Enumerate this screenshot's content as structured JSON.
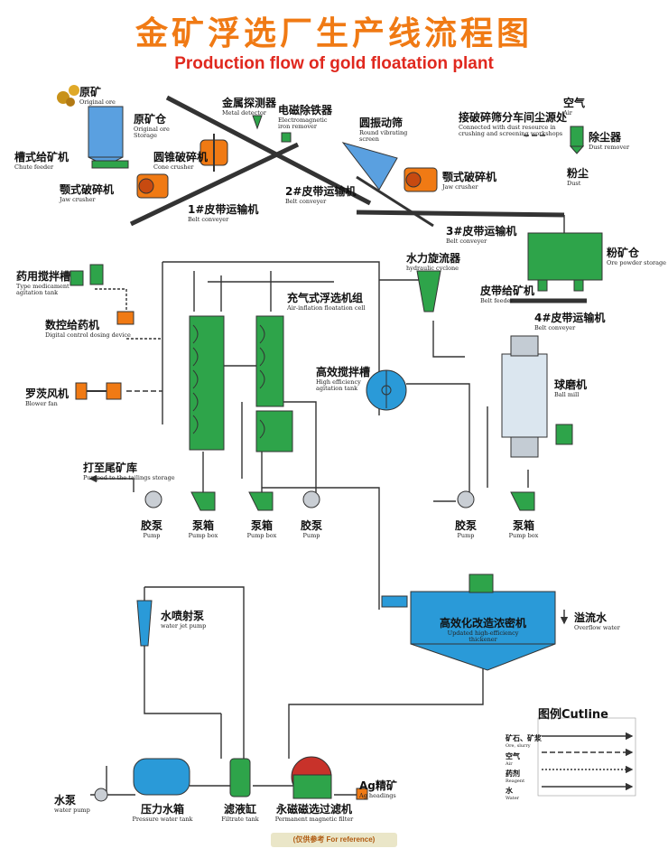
{
  "header": {
    "title_cn": "金矿浮选厂生产线流程图",
    "title_en": "Production flow of gold floatation plant"
  },
  "equipment": {
    "raw_ore": {
      "cn": "原矿",
      "en": "Original ore"
    },
    "ore_bin": {
      "cn": "原矿仓",
      "en1": "Original ore",
      "en2": "Storage"
    },
    "chute_feeder": {
      "cn": "槽式给矿机",
      "en": "Chute feeder"
    },
    "jaw_crusher_1": {
      "cn": "颚式破碎机",
      "en": "Jaw crusher"
    },
    "metal_detector": {
      "cn": "金属探测器",
      "en": "Metal detector"
    },
    "cone_crusher": {
      "cn": "圆锥破碎机",
      "en": "Cone crusher"
    },
    "iron_remover": {
      "cn": "电磁除铁器",
      "en1": "Electromagnetic",
      "en2": "iron remover"
    },
    "vibrating_screen": {
      "cn": "圆振动筛",
      "en1": "Round vibrating",
      "en2": "screen"
    },
    "jaw_crusher_2": {
      "cn": "颚式破碎机",
      "en": "Jaw crusher"
    },
    "belt_1": {
      "cn": "1#皮带运输机",
      "en": "Belt conveyer"
    },
    "belt_2": {
      "cn": "2#皮带运输机",
      "en": "Belt conveyer"
    },
    "belt_3": {
      "cn": "3#皮带运输机",
      "en": "Belt conveyer"
    },
    "dust_source": {
      "cn": "接破碎筛分车间尘源处",
      "en1": "Connected with dust resource in",
      "en2": "crushing and screening workshops"
    },
    "air": {
      "cn": "空气",
      "en": "Air"
    },
    "dust_remover": {
      "cn": "除尘器",
      "en": "Dust remover"
    },
    "dust": {
      "cn": "粉尘",
      "en": "Dust"
    },
    "powder_bin": {
      "cn": "粉矿仓",
      "en": "Ore powder storage"
    },
    "med_tank": {
      "cn": "药用搅拌槽",
      "en1": "Type medicament",
      "en2": "agitation tank"
    },
    "dosing": {
      "cn": "数控给药机",
      "en": "Digital control dosing device"
    },
    "flotation": {
      "cn": "充气式浮选机组",
      "en": "Air-inflation floatation cell"
    },
    "cyclone": {
      "cn": "水力旋流器",
      "en": "hydraulic cyclone"
    },
    "belt_feeder": {
      "cn": "皮带给矿机",
      "en": "Belt feeder"
    },
    "belt_4": {
      "cn": "4#皮带运输机",
      "en": "Belt conveyer"
    },
    "blower": {
      "cn": "罗茨风机",
      "en": "Blower fan"
    },
    "agitation": {
      "cn": "高效搅拌槽",
      "en1": "High efficiency",
      "en2": "agitation tank"
    },
    "ball_mill": {
      "cn": "球磨机",
      "en": "Ball mill"
    },
    "tailings": {
      "cn": "打至尾矿库",
      "en": "Pumped to the tailings storage"
    },
    "pump_1": {
      "cn": "胶泵",
      "en": "Pump"
    },
    "pumpbox_1": {
      "cn": "泵箱",
      "en": "Pump box"
    },
    "pumpbox_2": {
      "cn": "泵箱",
      "en": "Pump box"
    },
    "pump_2": {
      "cn": "胶泵",
      "en": "Pump"
    },
    "pump_3": {
      "cn": "胶泵",
      "en": "Pump"
    },
    "pumpbox_3": {
      "cn": "泵箱",
      "en": "Pump box"
    },
    "thickener": {
      "cn": "高效化改造浓密机",
      "en1": "Updated high-efficiency",
      "en2": "thickener"
    },
    "overflow": {
      "cn": "溢流水",
      "en": "Overflow water"
    },
    "jet_pump": {
      "cn": "水喷射泵",
      "en": "water jet pump"
    },
    "water_pump": {
      "cn": "水泵",
      "en": "water pump"
    },
    "pressure_tank": {
      "cn": "压力水箱",
      "en": "Pressure water tank"
    },
    "filtrate_tank": {
      "cn": "滤液缸",
      "en": "Filtrate tank"
    },
    "filter": {
      "cn": "永磁磁选过滤机",
      "en": "Permanent magnetic filter"
    },
    "ag": {
      "cn": "Ag精矿",
      "en": "Ag headings"
    }
  },
  "legend": {
    "title": "图例Cutline",
    "items": [
      {
        "cn": "矿石、矿浆",
        "en": "Ore, slurry"
      },
      {
        "cn": "空气",
        "en": "Air"
      },
      {
        "cn": "药剂",
        "en": "Reagent"
      },
      {
        "cn": "水",
        "en": "Water"
      }
    ]
  },
  "footer": {
    "text": "(仅供参考 For reference)"
  },
  "colors": {
    "equipment": "#2ea44a",
    "orange": "#f07a14",
    "blue": "#2a9ad8",
    "pipe": "#333333"
  }
}
